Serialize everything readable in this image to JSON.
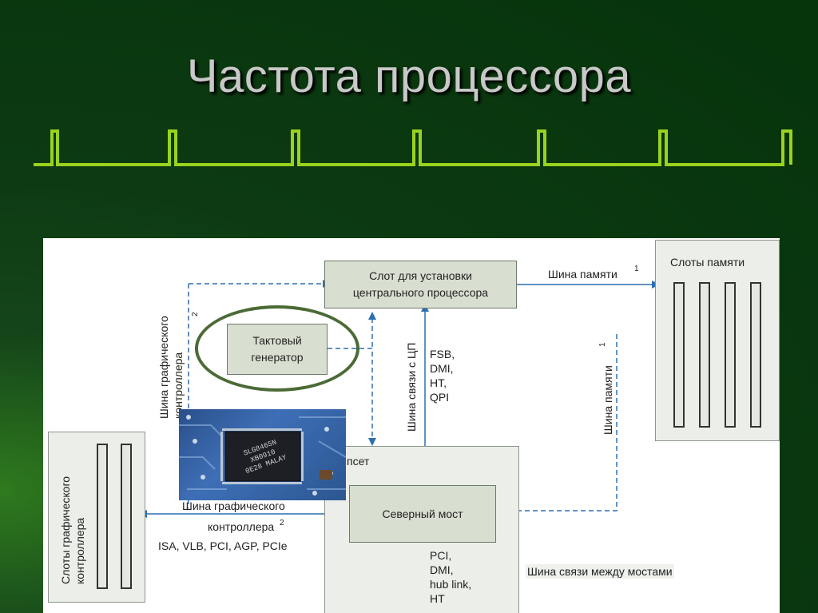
{
  "slide": {
    "title": "Частота процессора"
  },
  "diagram": {
    "cpu_slot": "Слот для установки\nцентрального процессора",
    "memory_slots_title": "Слоты памяти",
    "memory_bus_top": "Шина памяти",
    "memory_bus_side": "Шина памяти",
    "footnote_1": "1",
    "footnote_2": "2",
    "clock_generator": "Тактовый\nгенератор",
    "gpu_bus_vertical": "Шина графического\nконтроллера",
    "cpu_link_vertical": "Шина связи с ЦП",
    "cpu_link_types": "FSB,\nDMI,\nHT,\nQPI",
    "chipset_label": "пcет",
    "north_bridge": "Северный мост",
    "gpu_bus_line1": "Шина графического",
    "gpu_bus_line2": "контроллера",
    "gpu_bus_types": "ISA, VLB, PCI, AGP, PCIe",
    "gpu_slots_vertical": "Слоты графического\nконтроллера",
    "bridge_link_types": "PCI,\nDMI,\nhub link,\nHT",
    "bridge_link_label": "Шина связи между мостами",
    "chip_marking": "SLG8465N\nXB0910\n0E28 MALAY"
  },
  "colors": {
    "background": "#05330a",
    "wave": "#9ad21e",
    "highlight_ring": "#4b6a36"
  }
}
